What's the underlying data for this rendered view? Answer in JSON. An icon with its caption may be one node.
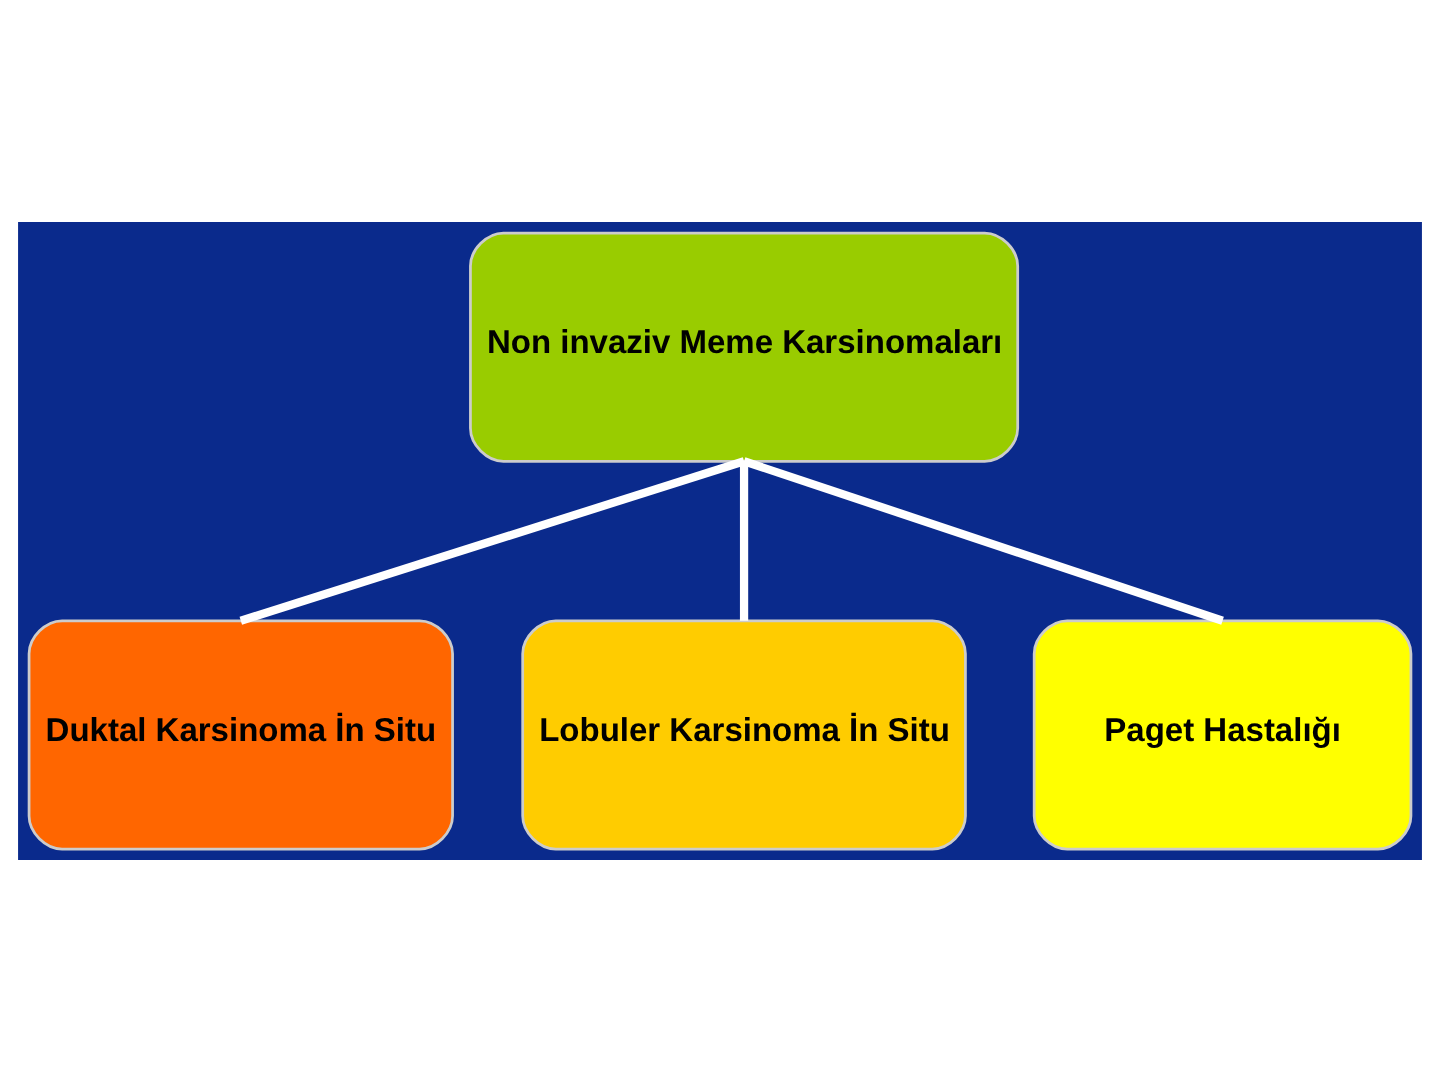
{
  "diagram": {
    "nodes": [
      {
        "text": [
          "Non invaziv Meme Karsinomaları"
        ]
      },
      {
        "text": [
          "Duktal Karsinoma İn Situ"
        ]
      },
      {
        "text": [
          "Lobuler Karsinoma İn Situ"
        ]
      },
      {
        "text": [
          "Paget Hastalığı"
        ]
      }
    ],
    "edges": [
      {
        "from": 0,
        "to": 1,
        "arrow": "none"
      },
      {
        "from": 0,
        "to": 2,
        "arrow": "none"
      },
      {
        "from": 0,
        "to": 3,
        "arrow": "none"
      }
    ]
  }
}
